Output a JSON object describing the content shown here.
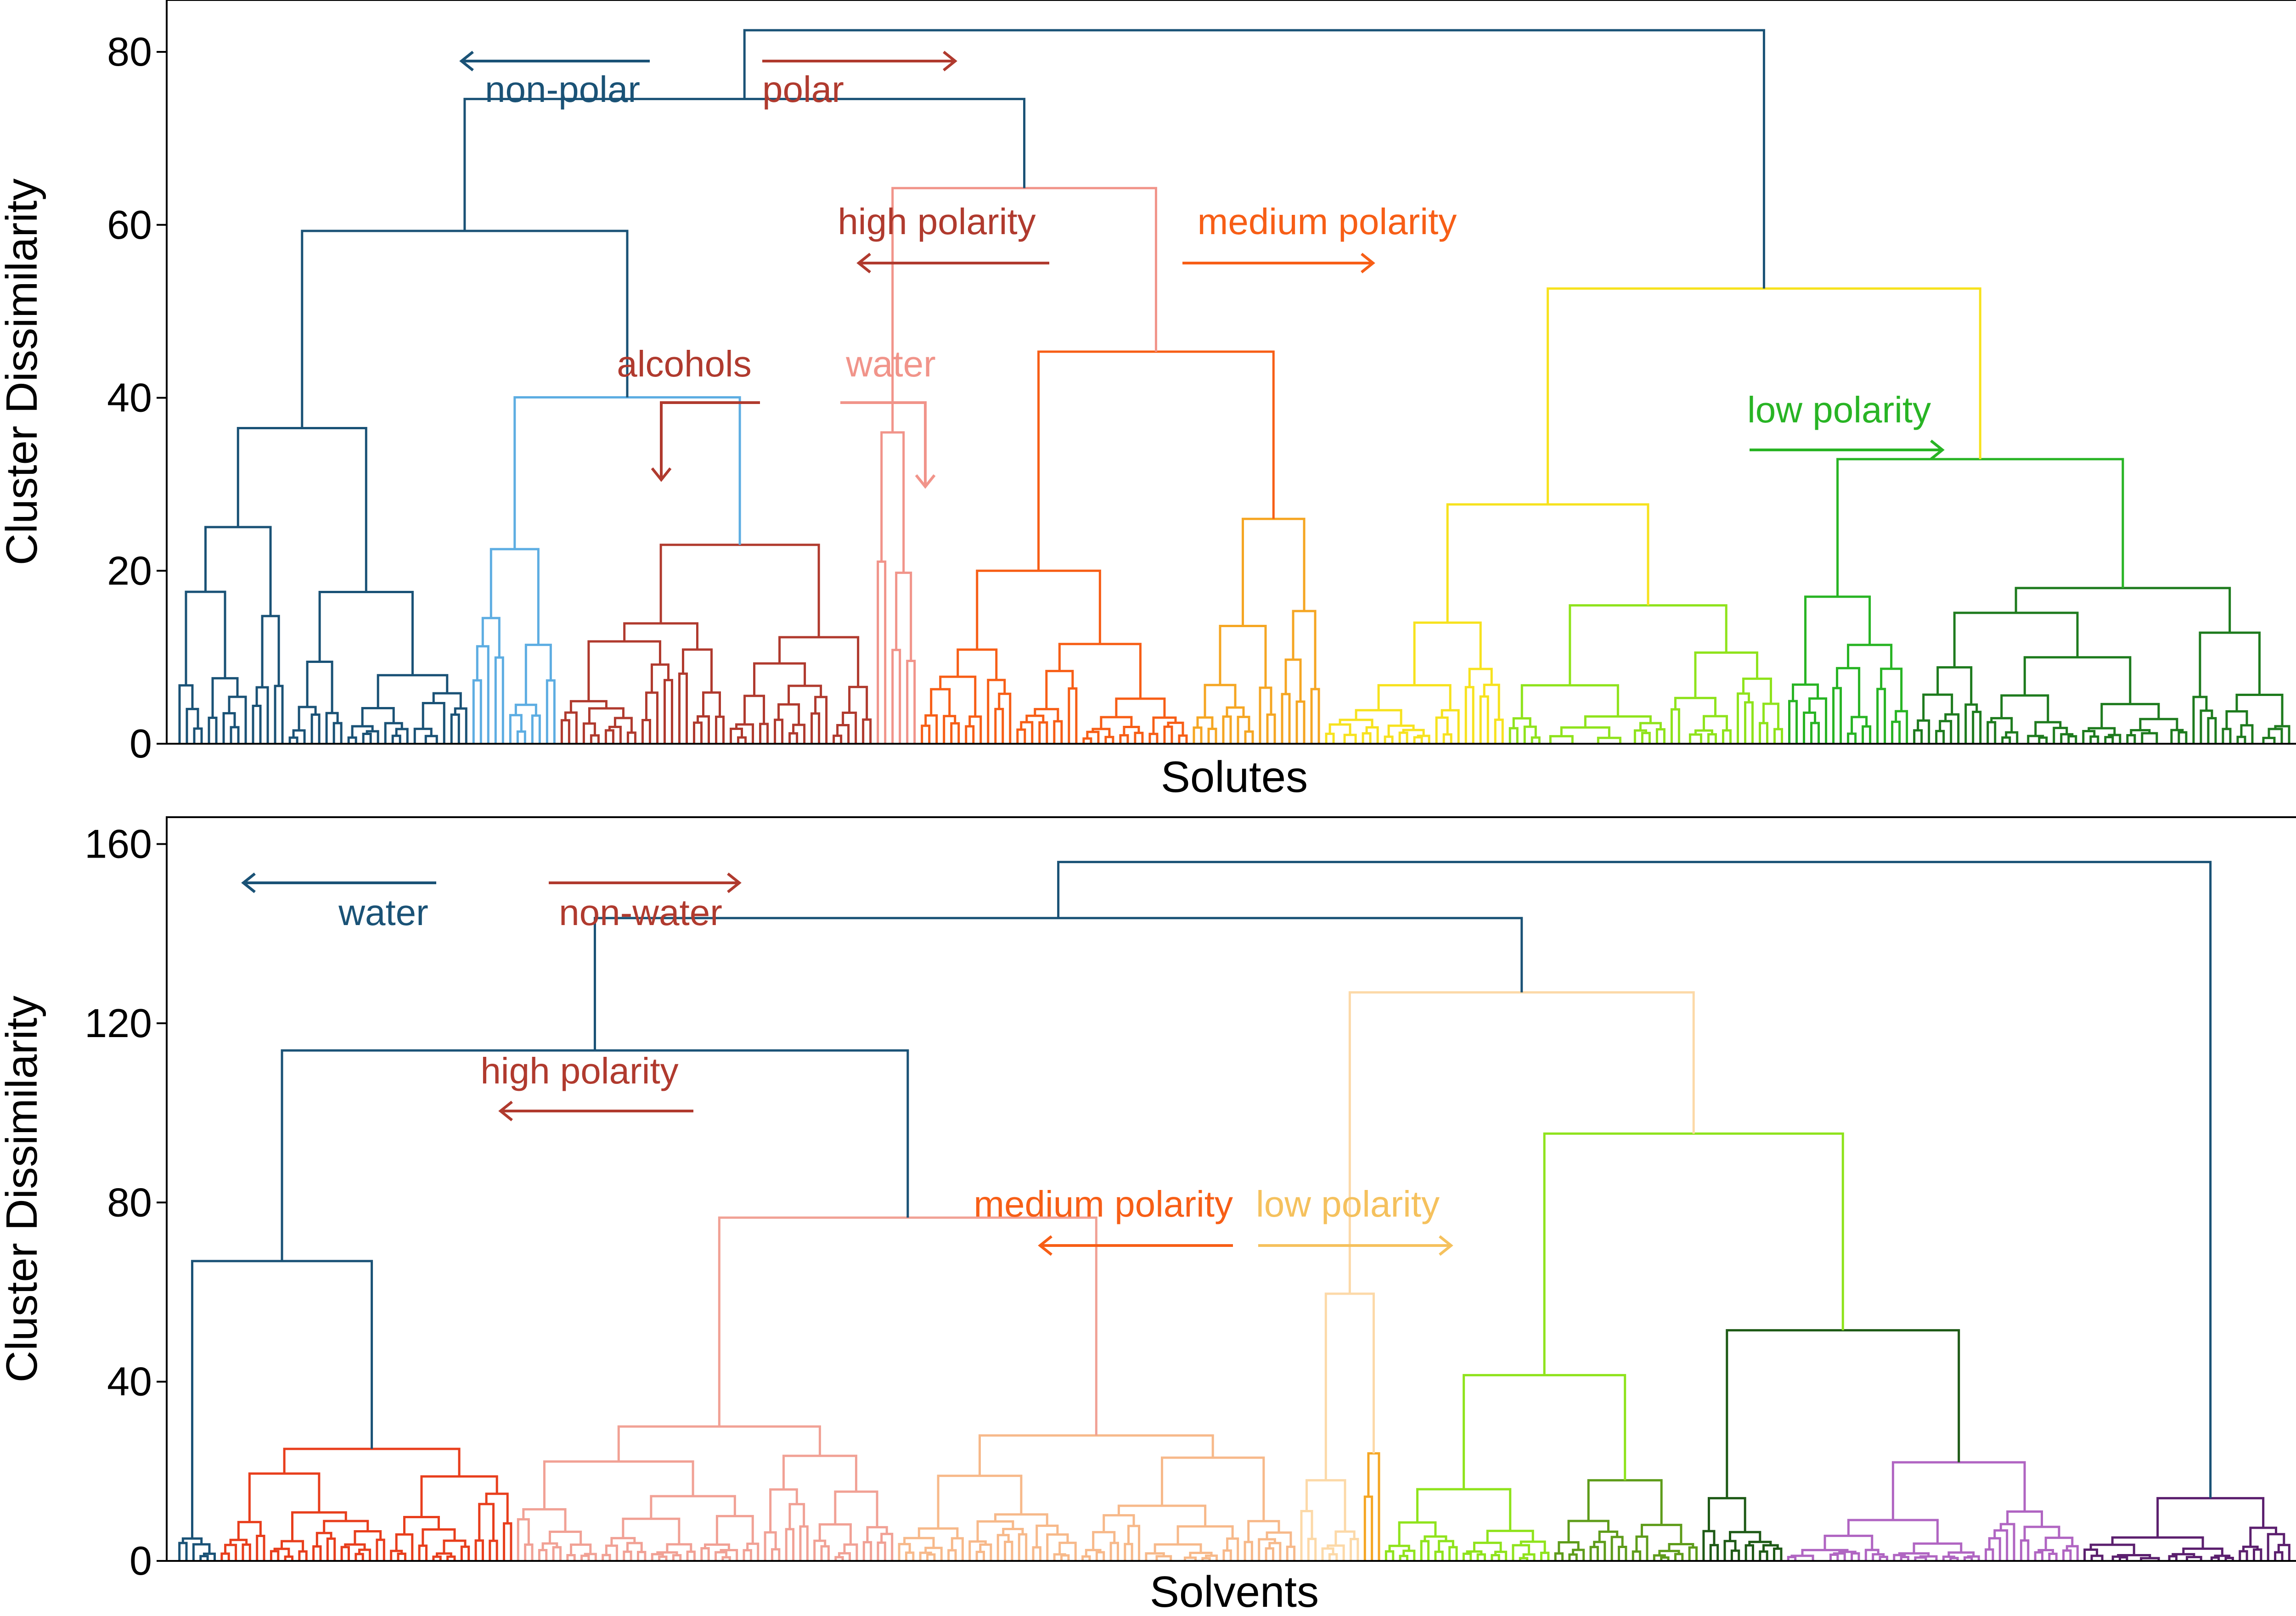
{
  "chart_data": [
    {
      "type": "dendrogram",
      "xlabel": "Solutes",
      "ylabel": "Cluster Dissimilarity",
      "ylim": [
        0,
        86
      ],
      "yticks": [
        0,
        20,
        40,
        60,
        80
      ],
      "leaf_count": 288,
      "root": {
        "height": 82.5,
        "left_x": 0.06,
        "right_x": 0.45
      },
      "clusters": [
        {
          "color": "#1a5276",
          "x_range": [
            0.0,
            0.14
          ],
          "top": 36.5,
          "seed": 3
        },
        {
          "color": "#5dade2",
          "x_range": [
            0.14,
            0.18
          ],
          "top": 22.5,
          "seed": 7
        },
        {
          "color": "#b03a2e",
          "x_range": [
            0.18,
            0.33
          ],
          "top": 23.0,
          "seed": 11
        },
        {
          "color": "#f1948a",
          "x_range": [
            0.33,
            0.35
          ],
          "top": 36.0,
          "seed": 13
        },
        {
          "color": "#f75e16",
          "x_range": [
            0.35,
            0.48
          ],
          "top": 20.0,
          "seed": 17
        },
        {
          "color": "#f5a623",
          "x_range": [
            0.48,
            0.54
          ],
          "top": 26.0,
          "seed": 19
        },
        {
          "color": "#f7e21e",
          "x_range": [
            0.54,
            0.63
          ],
          "top": 14.0,
          "seed": 23
        },
        {
          "color": "#8fe31c",
          "x_range": [
            0.63,
            0.76
          ],
          "top": 16.0,
          "seed": 29
        },
        {
          "color": "#28b424",
          "x_range": [
            0.76,
            0.82
          ],
          "top": 17.0,
          "seed": 31
        },
        {
          "color": "#1e7b1e",
          "x_range": [
            0.82,
            1.0
          ],
          "top": 18.0,
          "seed": 37
        }
      ],
      "annotations": [
        {
          "text": "non-polar",
          "color": "#1a5276"
        },
        {
          "text": "polar",
          "color": "#b03a2e"
        },
        {
          "text": "high polarity",
          "color": "#b03a2e"
        },
        {
          "text": "medium polarity",
          "color": "#f75e16"
        },
        {
          "text": "alcohols",
          "color": "#b03a2e"
        },
        {
          "text": "water",
          "color": "#f1948a"
        },
        {
          "text": "low polarity",
          "color": "#28b424"
        }
      ]
    },
    {
      "type": "dendrogram",
      "xlabel": "Solvents",
      "ylabel": "Cluster Dissimilarity",
      "ylim": [
        0,
        166
      ],
      "yticks": [
        0,
        40,
        80,
        120,
        160
      ],
      "leaf_count": 300,
      "root": {
        "height": 156,
        "left_x": 0.01,
        "right_x": 0.3
      },
      "clusters": [
        {
          "color": "#1a5276",
          "x_range": [
            0.0,
            0.02
          ],
          "top": 5.0,
          "seed": 41
        },
        {
          "color": "#e83e1c",
          "x_range": [
            0.02,
            0.16
          ],
          "top": 25.0,
          "seed": 43
        },
        {
          "color": "#f1a195",
          "x_range": [
            0.16,
            0.34
          ],
          "top": 30.0,
          "seed": 47
        },
        {
          "color": "#f7b98a",
          "x_range": [
            0.34,
            0.53
          ],
          "top": 28.0,
          "seed": 53
        },
        {
          "color": "#fcd9a8",
          "x_range": [
            0.53,
            0.56
          ],
          "top": 18.0,
          "seed": 59
        },
        {
          "color": "#f5a623",
          "x_range": [
            0.56,
            0.57
          ],
          "top": 24.0,
          "seed": 61
        },
        {
          "color": "#8fe31c",
          "x_range": [
            0.57,
            0.65
          ],
          "top": 16.0,
          "seed": 67
        },
        {
          "color": "#5e9c1a",
          "x_range": [
            0.65,
            0.72
          ],
          "top": 18.0,
          "seed": 71
        },
        {
          "color": "#1e5a16",
          "x_range": [
            0.72,
            0.76
          ],
          "top": 14.0,
          "seed": 73
        },
        {
          "color": "#b065c2",
          "x_range": [
            0.76,
            0.9
          ],
          "top": 22.0,
          "seed": 79
        },
        {
          "color": "#5b1f6e",
          "x_range": [
            0.9,
            1.0
          ],
          "top": 14.0,
          "seed": 83
        }
      ],
      "annotations": [
        {
          "text": "water",
          "color": "#1a5276"
        },
        {
          "text": "non-water",
          "color": "#b03a2e"
        },
        {
          "text": "high polarity",
          "color": "#b03a2e"
        },
        {
          "text": "medium polarity",
          "color": "#f75e16"
        },
        {
          "text": "low polarity",
          "color": "#f5c15d"
        }
      ]
    }
  ]
}
